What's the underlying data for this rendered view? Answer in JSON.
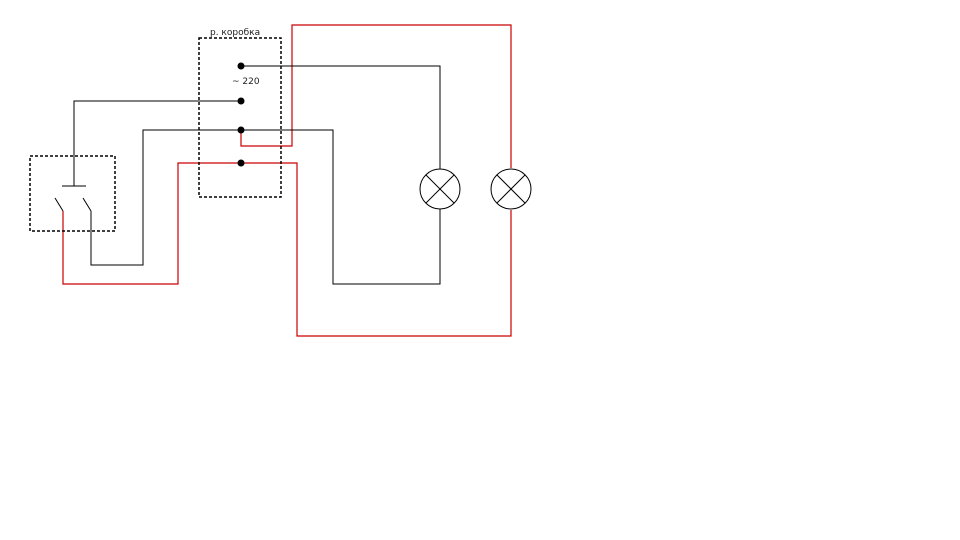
{
  "labels": {
    "junction_box": "р. коробка",
    "voltage": "~ 220"
  },
  "colors": {
    "black_wire": "#000000",
    "red_wire": "#cc0000",
    "box_outline": "#000000",
    "background": "#ffffff"
  },
  "components": {
    "junction_box": "junction-box",
    "switch": "double-switch",
    "lamps": [
      "lamp-1",
      "lamp-2"
    ],
    "terminals": 4
  }
}
